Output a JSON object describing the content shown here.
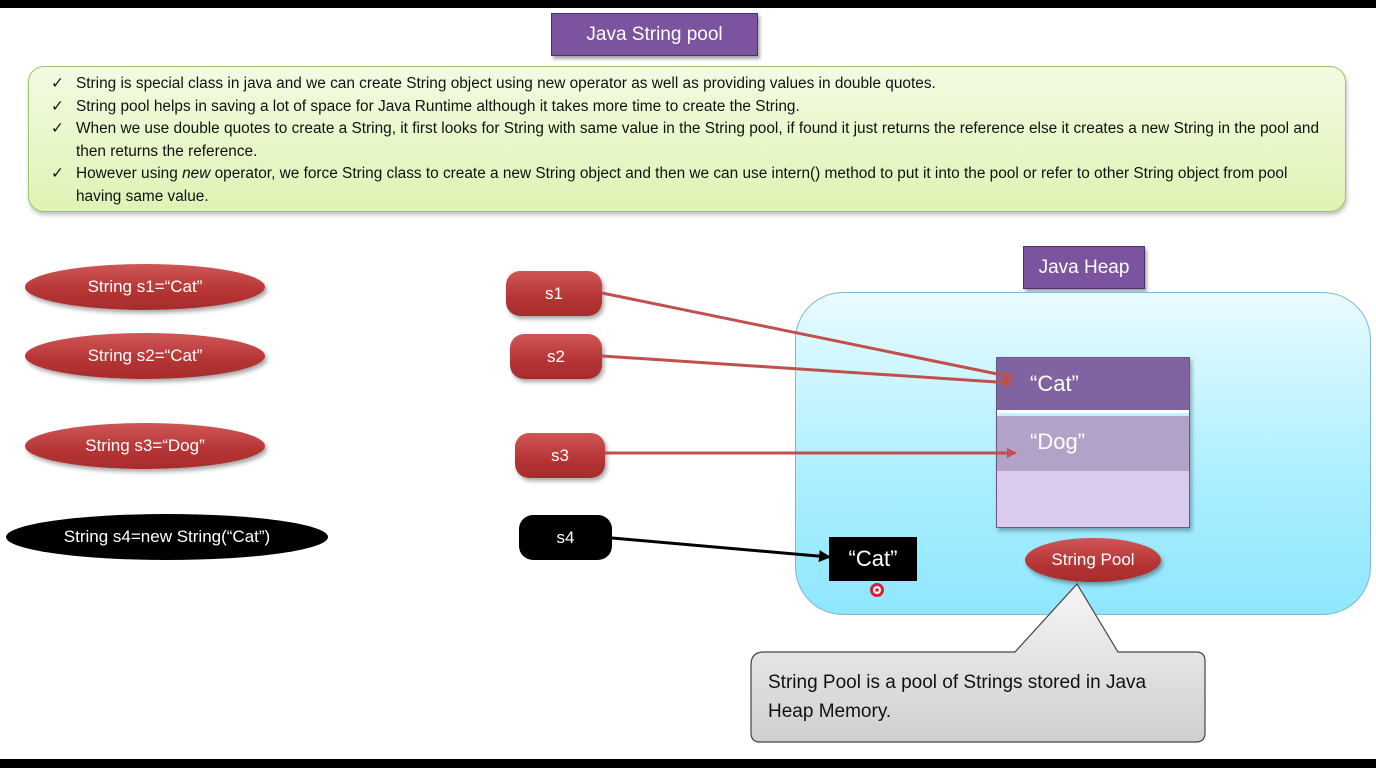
{
  "title": "Java String pool",
  "bullets": [
    "String is special class in java and we can create String object using new operator as well as providing values in double quotes.",
    "String pool helps in saving a lot of space for Java Runtime although it takes more time to create the String.",
    "When we use double quotes to create a String, it first looks for String with same value in the String pool, if found it just returns the reference else it creates a new String in the pool and then returns the reference.",
    {
      "before": "However using ",
      "em": "new",
      "after": " operator, we force String class to create a new String object and then we can use intern() method to put it into the pool or refer to other String object from pool having same value."
    }
  ],
  "check_mark": "✓",
  "statements": {
    "s1": "String s1=“Cat”",
    "s2": "String s2=“Cat”",
    "s3": "String s3=“Dog”",
    "s4": "String s4=new String(“Cat”)"
  },
  "refs": {
    "s1": "s1",
    "s2": "s2",
    "s3": "s3",
    "s4": "s4"
  },
  "heap": {
    "title": "Java Heap",
    "pool_cat": "“Cat”",
    "pool_dog": "“Dog”",
    "heap_cat": "“Cat”",
    "pool_label": "String Pool"
  },
  "callout": "String Pool is a pool of Strings stored in Java Heap Memory.",
  "colors": {
    "title_purple": "#7b539e",
    "pill_red": "#b53434",
    "arrow_red": "#c0504d",
    "pool_cat_bg": "#8064a2",
    "pool_dog_bg": "#b3a2c7",
    "pool_empty_bg": "#d9cbee",
    "heap_blue": "#a9eeff",
    "notes_green": "#def3b4"
  }
}
